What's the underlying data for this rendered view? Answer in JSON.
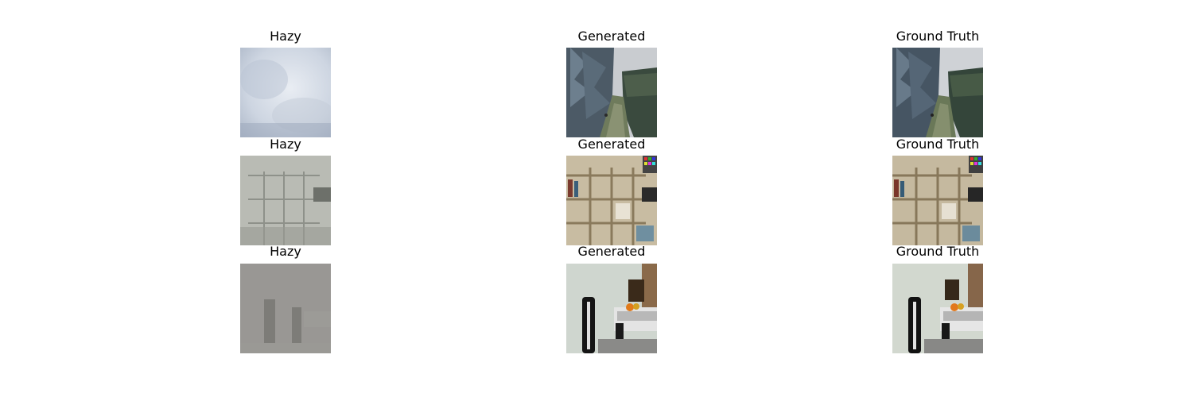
{
  "columns": [
    {
      "key": "hazy",
      "title": "Hazy"
    },
    {
      "key": "generated",
      "title": "Generated"
    },
    {
      "key": "ground_truth",
      "title": "Ground Truth"
    }
  ],
  "rows": [
    {
      "scene": "garden-path",
      "titles": [
        "Hazy",
        "Generated",
        "Ground Truth"
      ]
    },
    {
      "scene": "bookshelf",
      "titles": [
        "Hazy",
        "Generated",
        "Ground Truth"
      ]
    },
    {
      "scene": "desk-chair",
      "titles": [
        "Hazy",
        "Generated",
        "Ground Truth"
      ]
    }
  ]
}
